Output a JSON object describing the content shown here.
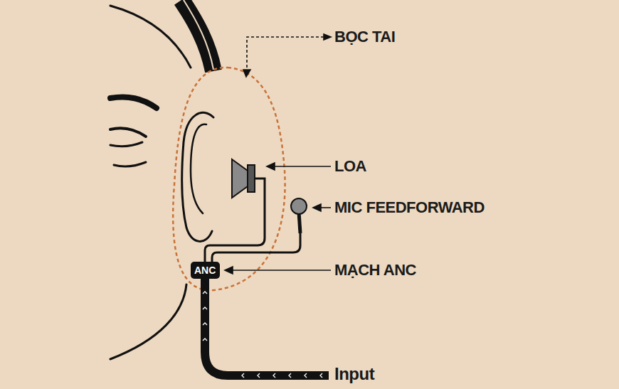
{
  "diagram": {
    "nodes": [
      {
        "text": [
          "ANC"
        ]
      }
    ],
    "labels": [
      "BỌC TAI",
      "LOA",
      "MIC FEEDFORWARD",
      "MẠCH ANC",
      "Input"
    ]
  }
}
